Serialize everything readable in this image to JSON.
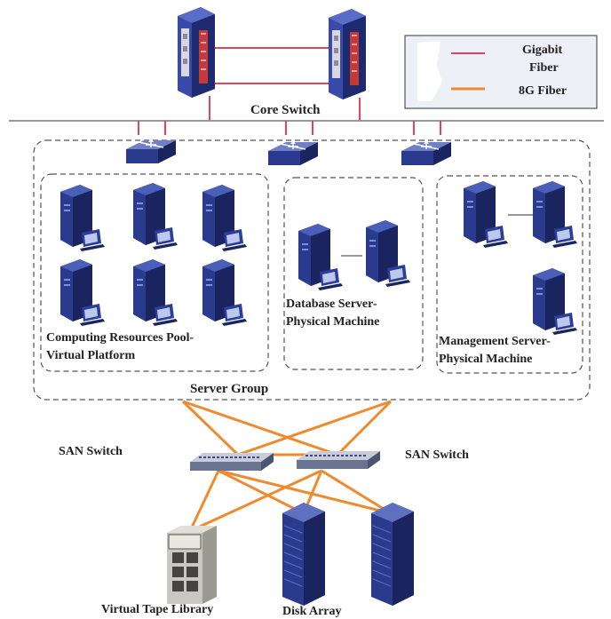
{
  "labels": {
    "core_switch": "Core Switch",
    "server_group": "Server Group",
    "computing_pool_line1": "Computing Resources Pool-",
    "computing_pool_line2": "Virtual Platform",
    "database_server_line1": "Database Server-",
    "database_server_line2": "Physical Machine",
    "management_server_line1": "Management Server-",
    "management_server_line2": "Physical Machine",
    "san_switch_left": "SAN Switch",
    "san_switch_right": "SAN Switch",
    "virtual_tape_library": "Virtual Tape Library",
    "disk_array": "Disk Array"
  },
  "legend": {
    "items": [
      {
        "label_line1": "Gigabit",
        "label_line2": "Fiber",
        "color": "#e0455a"
      },
      {
        "label_line1": "8G Fiber",
        "label_line2": "",
        "color": "#f08a2e"
      }
    ]
  },
  "colors": {
    "gigabit": "#e0455a",
    "fiber8g": "#f08a2e",
    "device_blue": "#2a3a8c",
    "device_dark": "#1a2560",
    "dashed_border": "#555555",
    "bus_line": "#999999"
  },
  "icons": {
    "core_switch": "core-switch-icon",
    "router": "router-icon",
    "server": "server-icon",
    "san_switch": "san-switch-icon",
    "tape_library": "tape-library-icon",
    "disk_array": "disk-array-icon"
  }
}
